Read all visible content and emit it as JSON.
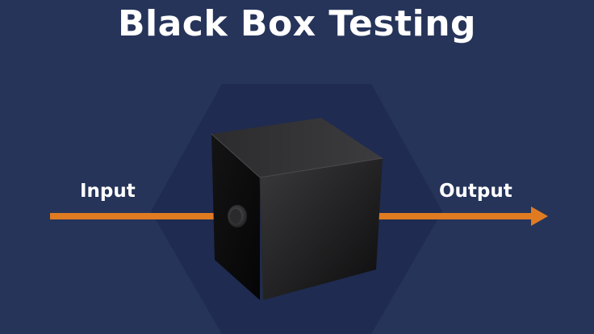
{
  "title": "Black Box Testing",
  "labels": {
    "input": "Input",
    "output": "Output"
  },
  "colors": {
    "background": "#26345a",
    "hexagon": "#1f2b50",
    "arrow": "#e07b22",
    "text": "#ffffff"
  }
}
